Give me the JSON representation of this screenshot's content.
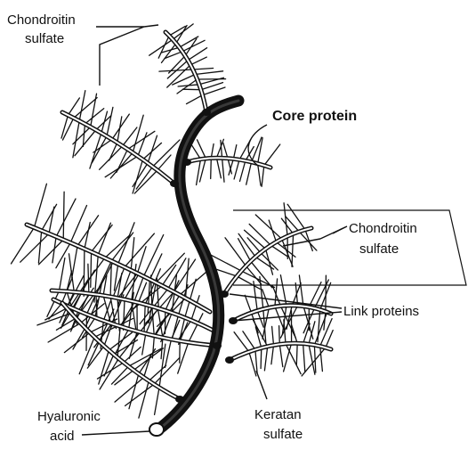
{
  "labels": {
    "chondroitin_top_line1": "Chondroitin",
    "chondroitin_top_line2": "sulfate",
    "core_protein": "Core protein",
    "chondroitin_right_line1": "Chondroitin",
    "chondroitin_right_line2": "sulfate",
    "link_proteins": "Link proteins",
    "hyaluronic_line1": "Hyaluronic",
    "hyaluronic_line2": "acid",
    "keratan_line1": "Keratan",
    "keratan_line2": "sulfate"
  },
  "colors": {
    "ink": "#111111",
    "background": "#ffffff"
  }
}
